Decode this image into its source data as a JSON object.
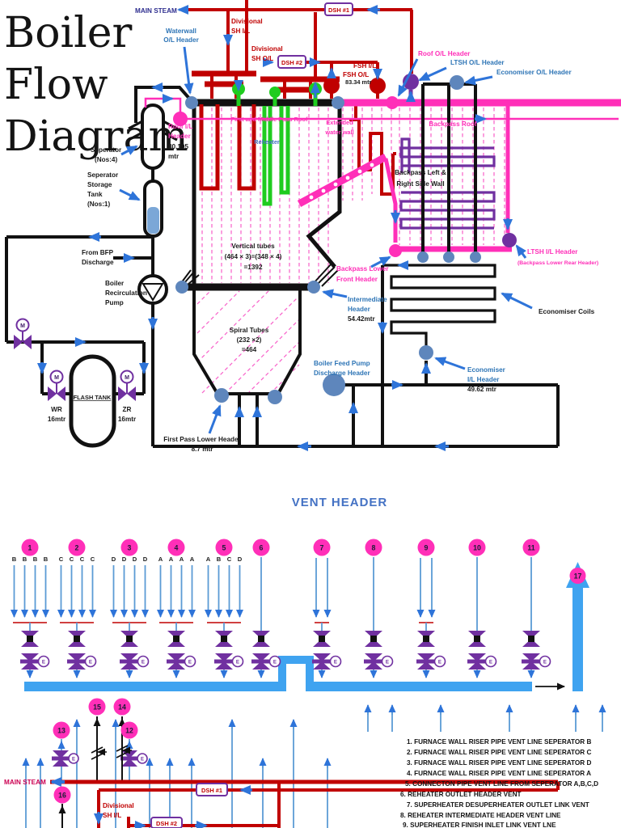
{
  "title": {
    "lines": [
      "Boiler",
      "Flow",
      "Diagram"
    ]
  },
  "labels": {
    "main_steam": "MAIN STEAM",
    "waterwall_ol": [
      "Waterwall",
      "O/L Header"
    ],
    "divisional_sh_il": [
      "Divisional",
      "SH I/L"
    ],
    "dsh1": "DSH #1",
    "divisional_sh_ol": [
      "Divisional",
      "SH O/L"
    ],
    "dsh2": "DSH #2",
    "fsh_ol": "FSH O/L",
    "fsh_il": "FSH I/L",
    "elev_fsh": "83.34 mtr",
    "roof_ol": "Roof O/L Header",
    "ltsh_ol": "LTSH O/L Header",
    "eco_ol": "Economiser O/L Header",
    "roof_il": [
      "Roof I/L",
      "Header"
    ],
    "roof_il_elev": [
      "80.195",
      "mtr"
    ],
    "seperator": [
      "Seperator",
      "(Nos:4)"
    ],
    "sep_storage": [
      "Seperator",
      "Storage",
      "Tank",
      "(Nos:1)"
    ],
    "from_bfp": [
      "From BFP",
      "Discharge"
    ],
    "recirc_pump": [
      "Boiler",
      "Recirculation",
      "Pump"
    ],
    "first_mid_roof": "First and Middle Pass Roof",
    "ext_water_wall": [
      "Extended",
      "water wall"
    ],
    "reheater": "Reheater",
    "backpass_roof": "Backpass Roof",
    "backpass_wall": [
      "Backpass Left &",
      "Right Side Wall"
    ],
    "vertical_tubes": [
      "Vertical tubes",
      "(464 × 3)=(348 × 4)",
      "=1392"
    ],
    "spiral_tubes": [
      "Spiral Tubes",
      "(232 ×2)",
      "=464"
    ],
    "backpass_lower_front": [
      "Backpass Lower",
      "Front Header"
    ],
    "intermediate_header": [
      "Intermediate",
      "Header",
      "54.42mtr"
    ],
    "ltsh_il": [
      "LTSH I/L Header",
      "(Backpass Lower Rear Header)"
    ],
    "eco_coils": "Economiser Coils",
    "eco_il": [
      "Economiser",
      "I/L Header",
      "49.62 mtr"
    ],
    "bfp_discharge": [
      "Boiler Feed Pump",
      "Discharge Header"
    ],
    "first_pass_lower": [
      "First Pass Lower Header",
      "8.7 mtr"
    ],
    "flash_tank": "FLASH TANK",
    "wr": [
      "WR",
      "16mtr"
    ],
    "zr": [
      "ZR",
      "16mtr"
    ],
    "m": "M",
    "e": "E"
  },
  "vent": {
    "title": "VENT HEADER",
    "riser_num": "17",
    "groups": [
      {
        "num": "1",
        "letters": [
          "B",
          "B",
          "B",
          "B"
        ]
      },
      {
        "num": "2",
        "letters": [
          "C",
          "C",
          "C",
          "C"
        ]
      },
      {
        "num": "3",
        "letters": [
          "D",
          "D",
          "D",
          "D"
        ]
      },
      {
        "num": "4",
        "letters": [
          "A",
          "A",
          "A",
          "A"
        ]
      },
      {
        "num": "5",
        "letters": [
          "A",
          "B",
          "C",
          "D"
        ]
      },
      {
        "num": "6",
        "letters": []
      },
      {
        "num": "7",
        "letters": []
      },
      {
        "num": "8",
        "letters": []
      },
      {
        "num": "9",
        "letters": []
      },
      {
        "num": "10",
        "letters": []
      },
      {
        "num": "11",
        "letters": []
      }
    ]
  },
  "bottom": {
    "main_steam": "MAIN STEAM",
    "dsh1": "DSH #1",
    "dsh2": "DSH #2",
    "divisional_sh_il": [
      "Divisional",
      "SH I/L"
    ],
    "nums": {
      "n12": "12",
      "n13": "13",
      "n14": "14",
      "n15": "15",
      "n16": "16"
    },
    "legend": [
      "1. FURNACE WALL RISER PIPE VENT LINE SEPERATOR B",
      "2. FURNACE WALL RISER PIPE VENT LINE SEPERATOR C",
      "3. FURNACE WALL RISER PIPE VENT LINE SEPERATOR D",
      "4. FURNACE WALL RISER PIPE VENT LINE SEPERATOR A",
      "5. CONNECTON PIPE VENT LINE FROM SEPERATOR A,B,C,D",
      "6. REHEATER OUTLET HEADER VENT",
      "7. SUPERHEATER DESUPERHEATER OUTLET LINK VENT",
      "8. REHEATER INTERMEDIATE HEADER VENT LINE",
      "9. SUPERHEATER FINISH INLET LINK VENT LNE"
    ]
  },
  "colors": {
    "red_pipe": "#C00000",
    "pink": "#FF2FB8",
    "pink_dash": "#F85FC9",
    "blue_arrow": "#2E74D9",
    "label_blue": "#2E75B6",
    "navy": "#2E2E8F",
    "purple": "#7030A0",
    "green": "#1FCC1F",
    "steel": "#5E86BC",
    "vent_bar": "#3FA3F0",
    "vent_line": "#5B9BD5",
    "crimson": "#CC0052"
  }
}
